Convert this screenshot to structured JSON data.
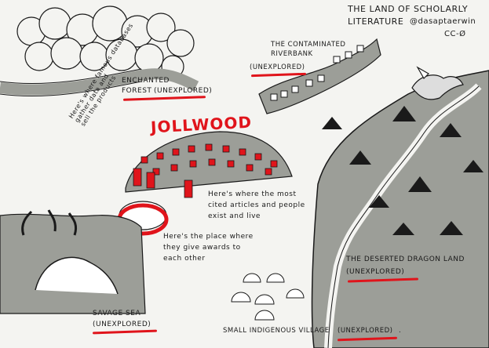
{
  "title": {
    "line1": "THE LAND OF SCHOLARLY",
    "line2": "LITERATURE",
    "handle": "@dasaptaerwin",
    "license": "CC-Ø"
  },
  "regions": {
    "enchanted_forest": {
      "name_line1": "ENCHANTED",
      "name_line2": "FOREST",
      "status": "(UNEXPLORED)"
    },
    "riverbank": {
      "name_line1": "THE CONTAMINATED",
      "name_line2": "RIVERBANK",
      "status": "(UNEXPLORED)"
    },
    "jollwood": {
      "sign": "JOLLWOOD"
    },
    "dragon_land": {
      "name": "THE DESERTED DRAGON LAND",
      "status": "(UNEXPLORED)"
    },
    "savage_sea": {
      "name": "SAVAGE SEA",
      "status": "(UNEXPLORED)"
    },
    "village": {
      "name": "SMALL INDIGENOUS VILLAGE",
      "status": "(UNEXPLORED)",
      "trail": "."
    }
  },
  "notes": {
    "databases": [
      "Here's where famous databases",
      "gather data and",
      "sell the products"
    ],
    "cited": [
      "Here's where the most",
      "cited articles and people",
      "exist and live"
    ],
    "awards": [
      "Here's the place where",
      "they give awards to",
      "each other"
    ]
  },
  "colors": {
    "accent": "#e0141b",
    "shade": "#9c9e98",
    "ink": "#1a1a1a",
    "paper": "#f4f4f1"
  }
}
